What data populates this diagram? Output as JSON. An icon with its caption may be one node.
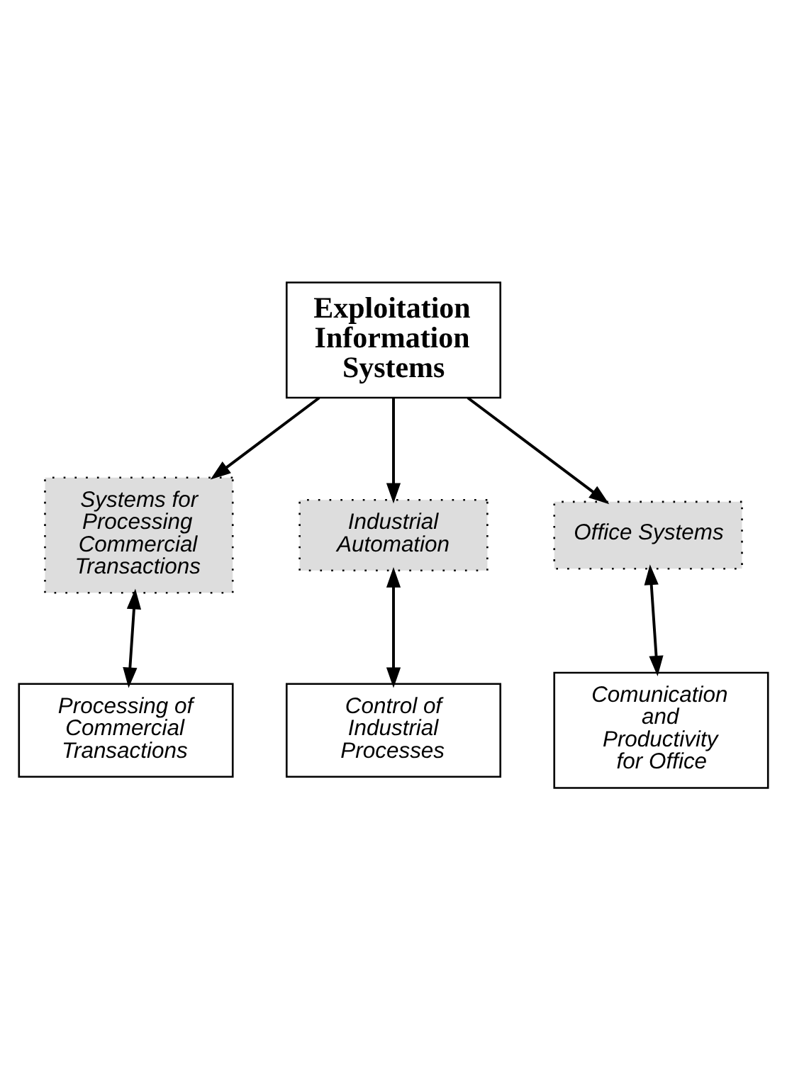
{
  "diagram": {
    "nodes": [
      {
        "text": [
          "Exploitation Information Systems"
        ]
      },
      {
        "text": [
          "Systems for Processing Commercial Transactions"
        ]
      },
      {
        "text": [
          "Industrial Automation"
        ]
      },
      {
        "text": [
          "Office Systems"
        ]
      },
      {
        "text": [
          "Processing of Commercial Transactions"
        ]
      },
      {
        "text": [
          "Control of Industrial Processes"
        ]
      },
      {
        "text": [
          "Comunication and Productivity for Office"
        ]
      }
    ],
    "edges": [
      {
        "from": 0,
        "to": 1,
        "arrow": "to"
      },
      {
        "from": 0,
        "to": 2,
        "arrow": "to"
      },
      {
        "from": 0,
        "to": 3,
        "arrow": "to"
      },
      {
        "from": 1,
        "to": 4,
        "arrow": "both"
      },
      {
        "from": 2,
        "to": 5,
        "arrow": "both"
      },
      {
        "from": 3,
        "to": 6,
        "arrow": "both"
      }
    ]
  }
}
